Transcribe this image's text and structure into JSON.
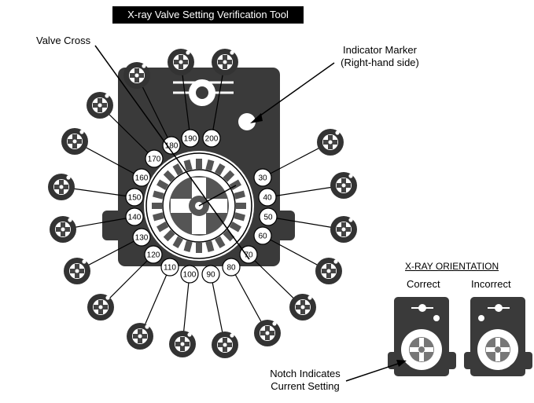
{
  "title": "X-ray Valve Setting Verification Tool",
  "labels": {
    "valve_cross": "Valve Cross",
    "indicator_marker": "Indicator Marker",
    "indicator_side": "(Right-hand side)",
    "orientation_title": "X-RAY ORIENTATION",
    "correct": "Correct",
    "incorrect": "Incorrect",
    "notch_line1": "Notch Indicates",
    "notch_line2": "Current Setting"
  },
  "settings": [
    "30",
    "40",
    "50",
    "60",
    "70",
    "80",
    "90",
    "100",
    "110",
    "120",
    "130",
    "140",
    "150",
    "160",
    "170",
    "180",
    "190",
    "200"
  ],
  "colors": {
    "device": "#3a3a3a",
    "white": "#ffffff",
    "ring": "#555555",
    "stroke": "#000000"
  }
}
